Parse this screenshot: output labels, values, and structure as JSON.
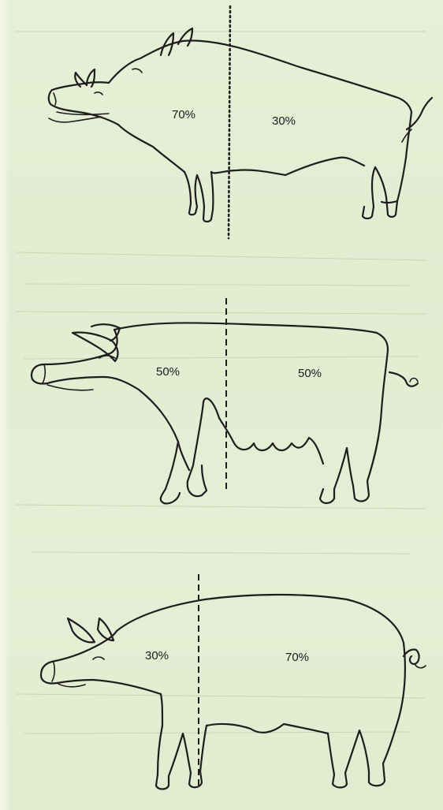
{
  "figures": [
    {
      "front_label": "70%",
      "rear_label": "30%"
    },
    {
      "front_label": "50%",
      "rear_label": "50%"
    },
    {
      "front_label": "30%",
      "rear_label": "70%"
    }
  ],
  "colors": {
    "paper": "#e5eed4",
    "ink": "#1d1d1d"
  }
}
